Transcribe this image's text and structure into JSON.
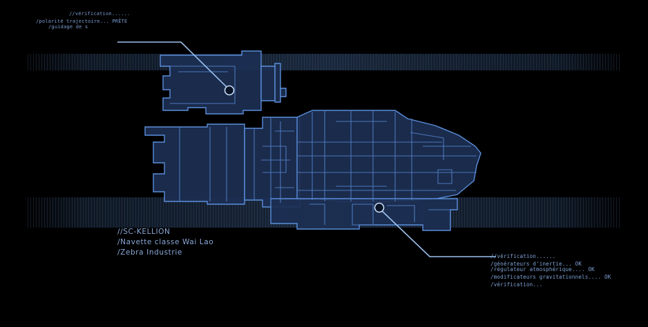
{
  "colors": {
    "background": "#000000",
    "blueprint_fill": "#1c2f52",
    "blueprint_line": "#5b8fdc",
    "callout_line": "#9cc2f0",
    "text": "#7fa2d6"
  },
  "top_left_status": {
    "line1": "//vérification......",
    "line2": "/polarité trajectoire... PRÊTE",
    "line3": "/guidage de s"
  },
  "ship_id": {
    "line1": "//SC-KELLION",
    "line2": "/Navette classe Wai Lao",
    "line3": "/Zebra Industrie"
  },
  "bottom_right_status": {
    "line1": "//vérification......",
    "line2": "/générateurs d'inertie... OK",
    "line3": "/régulateur atmosphérique.... OK",
    "line4": "/modificateurs gravitationnels.... OK",
    "line5": "/vérification..."
  },
  "icons": {
    "ship": "ship-blueprint-icon",
    "callout_top": "callout-marker-icon",
    "callout_bottom": "callout-marker-icon"
  }
}
